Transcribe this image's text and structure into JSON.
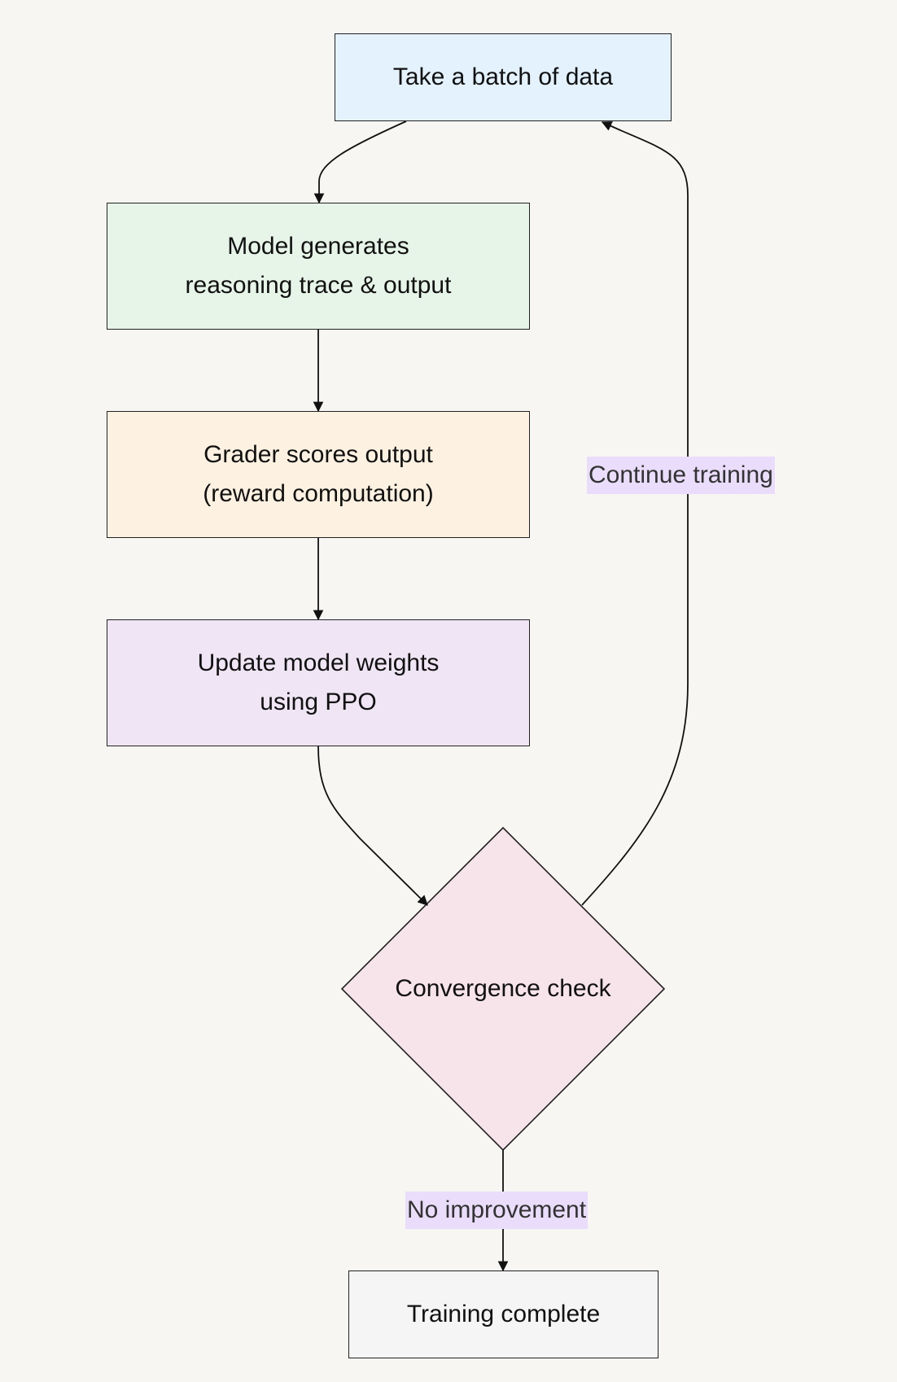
{
  "nodes": {
    "batch": {
      "lines": [
        "Take a batch of data"
      ]
    },
    "generate": {
      "lines": [
        "Model generates",
        "reasoning trace & output"
      ]
    },
    "grade": {
      "lines": [
        "Grader scores output",
        "(reward computation)"
      ]
    },
    "update": {
      "lines": [
        "Update model weights",
        "using PPO"
      ]
    },
    "convergence": {
      "label": "Convergence check"
    },
    "complete": {
      "lines": [
        "Training complete"
      ]
    }
  },
  "edges": {
    "continue_label": "Continue training",
    "no_improvement_label": "No improvement"
  },
  "colors": {
    "batch_fill": "#e3f2fc",
    "generate_fill": "#e7f4e8",
    "grade_fill": "#fdf2e2",
    "update_fill": "#efe5f4",
    "convergence_fill": "#f7e4ea",
    "complete_fill": "#f5f5f5",
    "edge_label_fill": "#e9ddfb",
    "background": "#f7f6f3"
  }
}
